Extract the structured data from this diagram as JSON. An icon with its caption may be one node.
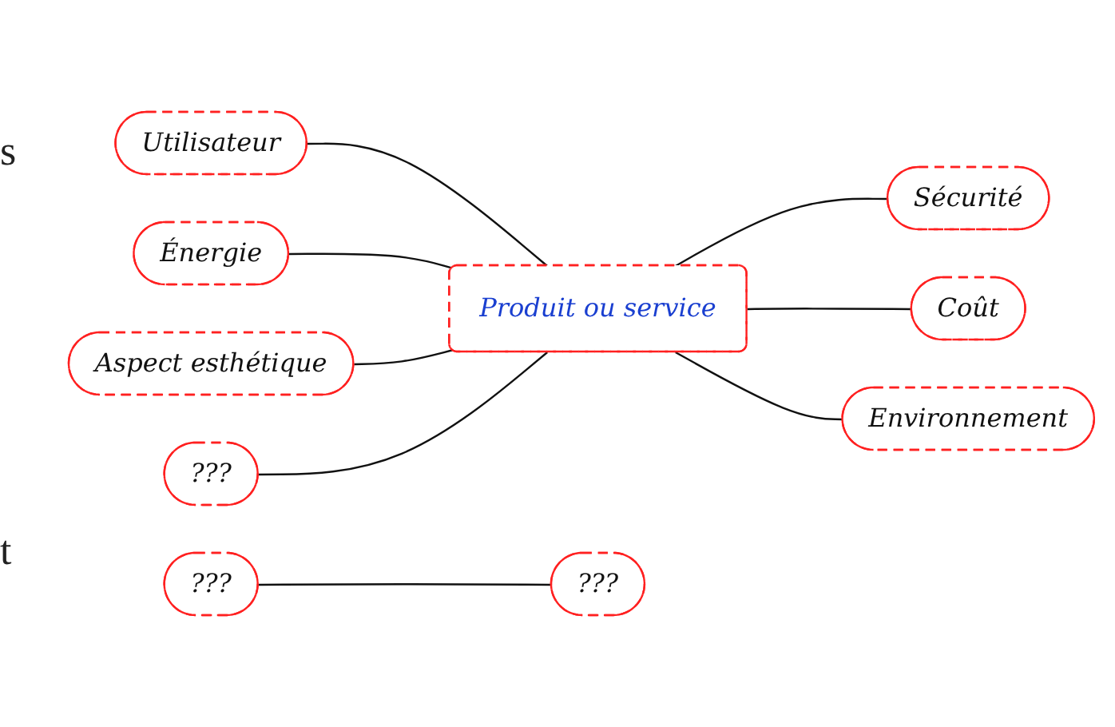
{
  "diagram": {
    "nodes": [
      {
        "text": [
          "Produit ou service"
        ]
      },
      {
        "text": [
          "???"
        ]
      },
      {
        "text": [
          "Utilisateur"
        ]
      },
      {
        "text": [
          "???"
        ]
      },
      {
        "text": [
          "Énergie"
        ]
      },
      {
        "text": [
          "Environnement"
        ]
      },
      {
        "text": [
          "Aspect esthétique"
        ]
      },
      {
        "text": [
          "Coût"
        ]
      },
      {
        "text": [
          "???"
        ]
      },
      {
        "text": [
          "Sécurité"
        ]
      }
    ],
    "edges": [
      {
        "from": 2,
        "to": 0,
        "arrow": "none"
      },
      {
        "from": 4,
        "to": 0,
        "arrow": "none"
      },
      {
        "from": 6,
        "to": 0,
        "arrow": "none"
      },
      {
        "from": 8,
        "to": 0,
        "arrow": "none"
      },
      {
        "from": 0,
        "to": 9,
        "arrow": "none"
      },
      {
        "from": 0,
        "to": 7,
        "arrow": "none"
      },
      {
        "from": 0,
        "to": 5,
        "arrow": "none"
      },
      {
        "from": 1,
        "to": 3,
        "arrow": "none"
      }
    ],
    "labels": [
      "s",
      "t"
    ]
  }
}
